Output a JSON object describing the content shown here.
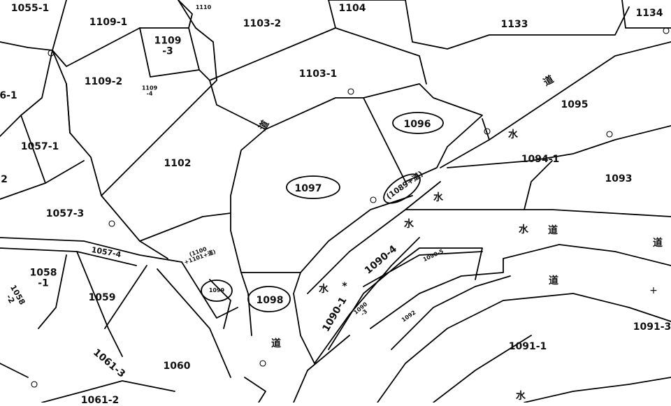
{
  "map": {
    "parcels": [
      {
        "id": "p1055-1",
        "label": "1055-1"
      },
      {
        "id": "p1109-1",
        "label": "1109-1"
      },
      {
        "id": "p1109-3",
        "label": "1109\n-3"
      },
      {
        "id": "p1109-2",
        "label": "1109-2"
      },
      {
        "id": "p1109-4",
        "label": "1109\n-4"
      },
      {
        "id": "p6-1",
        "label": "6-1"
      },
      {
        "id": "p1057-1",
        "label": "1057-1"
      },
      {
        "id": "p2",
        "label": "2"
      },
      {
        "id": "p1057-3",
        "label": "1057-3"
      },
      {
        "id": "p1057-4",
        "label": "1057-4"
      },
      {
        "id": "p1058-1",
        "label": "1058\n-1"
      },
      {
        "id": "p1058-2",
        "label": "1058\n-2"
      },
      {
        "id": "p1059",
        "label": "1059"
      },
      {
        "id": "p1061-3",
        "label": "1061-3"
      },
      {
        "id": "p1061-2",
        "label": "1061-2"
      },
      {
        "id": "p1060",
        "label": "1060"
      },
      {
        "id": "p1102",
        "label": "1102"
      },
      {
        "id": "p1100",
        "label": "(1100\n+1101+道)"
      },
      {
        "id": "p1099",
        "label": "1099"
      },
      {
        "id": "p1098",
        "label": "1098"
      },
      {
        "id": "p1097",
        "label": "1097"
      },
      {
        "id": "p1096",
        "label": "1096"
      },
      {
        "id": "p1089",
        "label": "(1089+道)"
      },
      {
        "id": "p1103-2",
        "label": "1103-2"
      },
      {
        "id": "p1103-1",
        "label": "1103-1"
      },
      {
        "id": "p1104",
        "label": "1104"
      },
      {
        "id": "p1133",
        "label": "1133"
      },
      {
        "id": "p1134",
        "label": "1134"
      },
      {
        "id": "p1095",
        "label": "1095"
      },
      {
        "id": "p1094-1",
        "label": "1094-1"
      },
      {
        "id": "p1093",
        "label": "1093"
      },
      {
        "id": "p1090-4",
        "label": "1090-4"
      },
      {
        "id": "p1090-5",
        "label": "1090-5"
      },
      {
        "id": "p1090-1",
        "label": "1090-1"
      },
      {
        "id": "p1090-x",
        "label": "1090\n-3"
      },
      {
        "id": "p1092",
        "label": "1092"
      },
      {
        "id": "p1091-1",
        "label": "1091-1"
      },
      {
        "id": "p1091-3",
        "label": "1091-3"
      },
      {
        "id": "p1110",
        "label": "1110"
      }
    ],
    "markers": [
      {
        "id": "mizu-1",
        "label": "水"
      },
      {
        "id": "mizu-2",
        "label": "水"
      },
      {
        "id": "mizu-3",
        "label": "水"
      },
      {
        "id": "mizu-4",
        "label": "水"
      },
      {
        "id": "mizu-5",
        "label": "水"
      },
      {
        "id": "mizu-6",
        "label": "水"
      },
      {
        "id": "michi-1",
        "label": "道"
      },
      {
        "id": "michi-2",
        "label": "道"
      },
      {
        "id": "michi-3",
        "label": "道"
      },
      {
        "id": "michi-4",
        "label": "道"
      },
      {
        "id": "michi-5",
        "label": "道"
      },
      {
        "id": "michi-6",
        "label": "道"
      },
      {
        "id": "asterisk",
        "label": "*"
      },
      {
        "id": "plus",
        "label": "+"
      }
    ]
  }
}
